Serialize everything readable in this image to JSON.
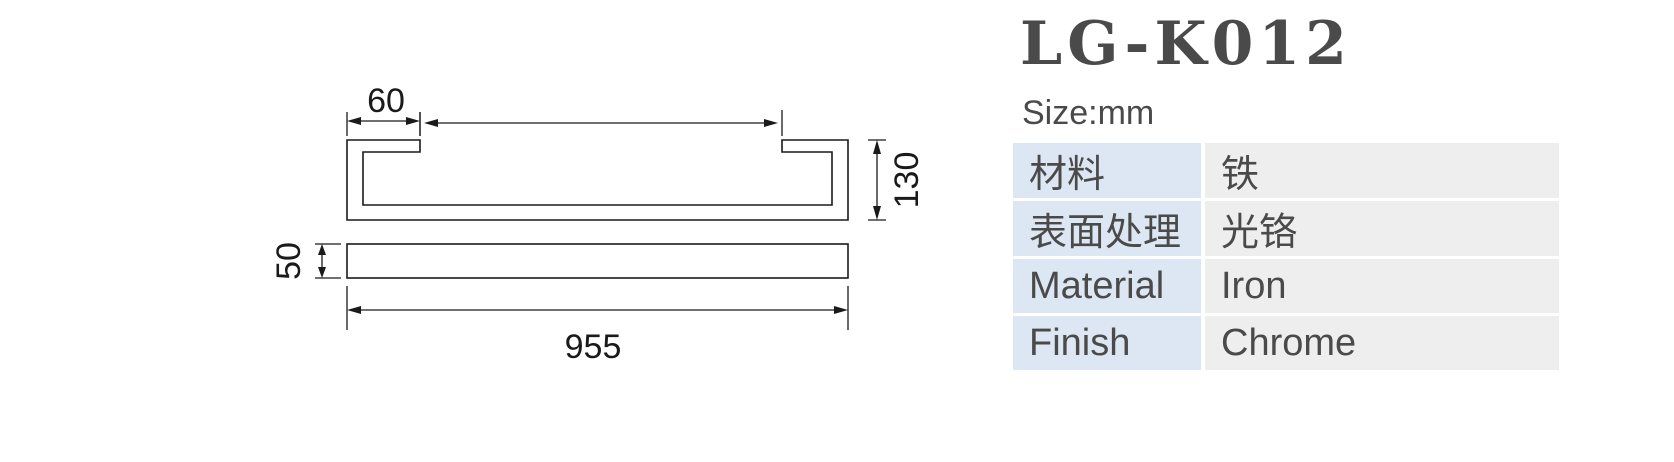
{
  "drawing": {
    "dimensions": {
      "top_width": "60",
      "height": "130",
      "thickness": "50",
      "length": "955"
    }
  },
  "spec": {
    "model": "LG-K012",
    "size_unit": "Size:mm",
    "rows": [
      {
        "label": "材料",
        "value": "铁"
      },
      {
        "label": "表面处理",
        "value": "光铬"
      },
      {
        "label": "Material",
        "value": "Iron"
      },
      {
        "label": "Finish",
        "value": "Chrome"
      }
    ]
  }
}
